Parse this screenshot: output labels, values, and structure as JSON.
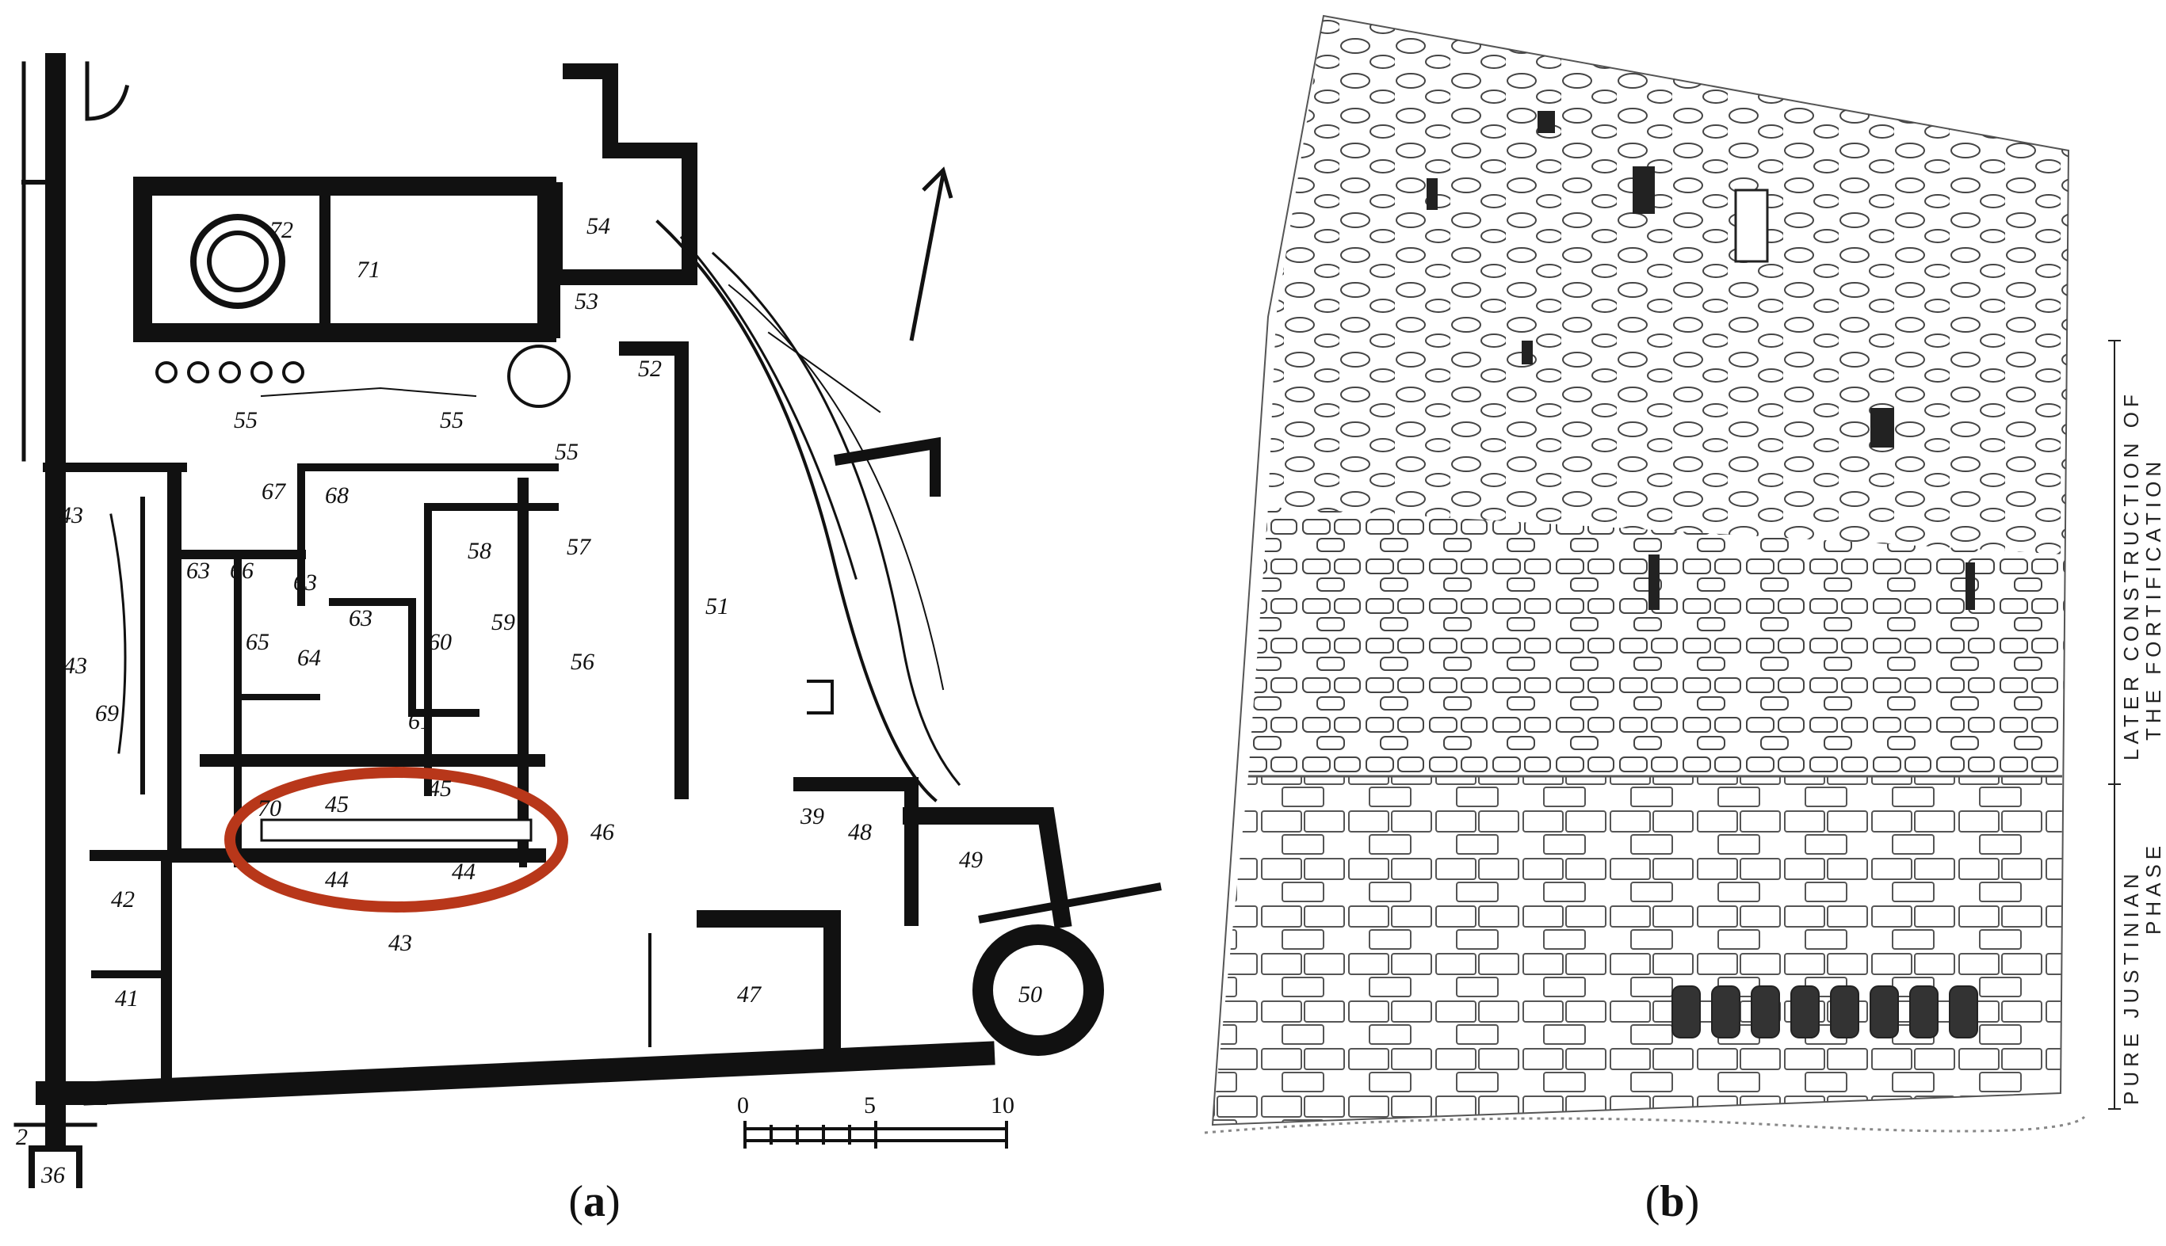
{
  "panels": [
    {
      "id": "a",
      "caption": "a"
    },
    {
      "id": "b",
      "caption": "b"
    }
  ],
  "plan": {
    "room_numbers": [
      "72",
      "71",
      "54",
      "53",
      "52",
      "55",
      "55",
      "55",
      "67",
      "68",
      "63",
      "66",
      "63",
      "63",
      "58",
      "57",
      "64",
      "65",
      "60",
      "59",
      "56",
      "51",
      "69",
      "43",
      "43",
      "61",
      "45",
      "45",
      "70",
      "46",
      "44",
      "44",
      "43",
      "42",
      "41",
      "47",
      "39",
      "48",
      "49",
      "50",
      "36",
      "2"
    ],
    "scale": {
      "labels": [
        "0",
        "5",
        "10"
      ]
    },
    "highlight_color": "#b8371a"
  },
  "elevation": {
    "labels": {
      "upper": "LATER CONSTRUCTION OF",
      "upper2": "THE FORTIFICATION",
      "lower": "PURE JUSTINIAN",
      "lower2": "PHASE"
    }
  }
}
